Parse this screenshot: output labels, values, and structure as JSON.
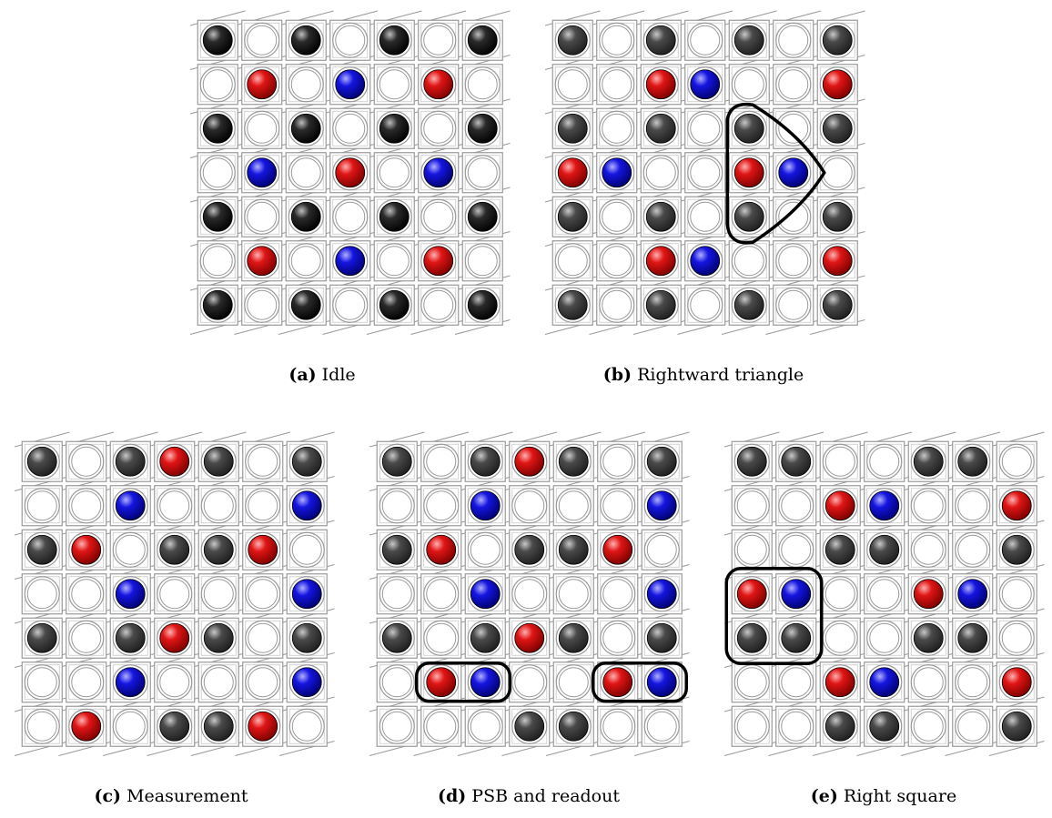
{
  "colors": {
    "black_site": "#1a1a1a",
    "gray_site": "#3a3a3a",
    "red_site": "#d01010",
    "blue_site": "#1010c8",
    "empty_site": "#ffffff",
    "grid_line": "#9a9a9a",
    "outline": "#000000"
  },
  "legend_codes": {
    "K": "black filled site",
    "G": "dark gray filled site",
    "R": "red filled site",
    "B": "blue filled site",
    "O": "empty site"
  },
  "panels": [
    {
      "id": "a",
      "caption": {
        "tag": "(a)",
        "text": "Idle"
      },
      "grid": [
        "KOKOKOK",
        "ORO B ORO",
        "KOKOKOK",
        "OBOROBO",
        "KOKOKOK",
        "OROBORO",
        "KOKOKOK"
      ],
      "outlines": []
    },
    {
      "id": "b",
      "caption": {
        "tag": "(b)",
        "text": "Rightward triangle"
      },
      "grid": [
        "GOGOGOG",
        "OORBOOR",
        "GOGOGOG",
        "RBOORBO",
        "GOGOGOG",
        "OORBOOR",
        "GOGOGOG"
      ],
      "outlines": [
        {
          "shape": "triangle"
        }
      ]
    },
    {
      "id": "c",
      "caption": {
        "tag": "(c)",
        "text": "Measurement"
      },
      "grid": [
        "GOGRGOG",
        "OOBOOOB",
        "GROGGRO",
        "OOBOOOB",
        "GOGRGOG",
        "OOBOOOB",
        "OROGGRO"
      ],
      "outlines": []
    },
    {
      "id": "d",
      "caption": {
        "tag": "(d)",
        "text": "PSB and readout"
      },
      "grid": [
        "GOGRGOG",
        "OOBOOOB",
        "GROGGRO",
        "OOBOOOB",
        "GOGRGOG",
        "ORBOORB",
        "OOOGGOO"
      ],
      "outlines": [
        {
          "shape": "pill"
        },
        {
          "shape": "pill"
        }
      ]
    },
    {
      "id": "e",
      "caption": {
        "tag": "(e)",
        "text": "Right square"
      },
      "grid": [
        "GGOOGGO",
        "OORBOOR",
        "OOGGOOG",
        "RBOORBO",
        "GGOOGGO",
        "OORBOOR",
        "OOGGOOG"
      ],
      "outlines": [
        {
          "shape": "square"
        }
      ]
    }
  ]
}
